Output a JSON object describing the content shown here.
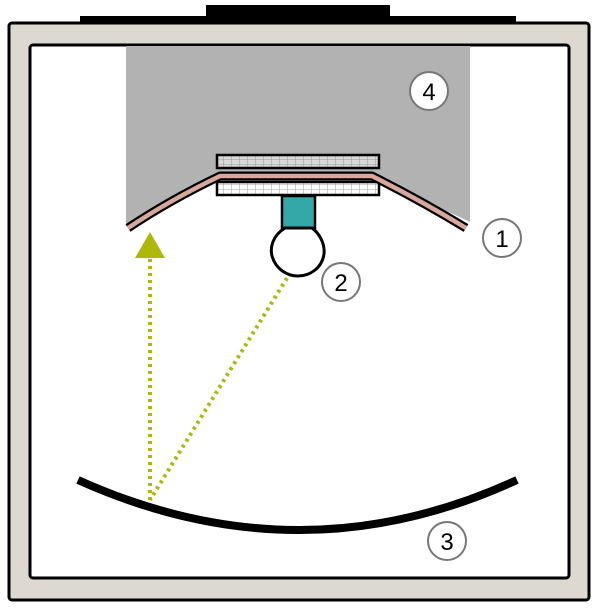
{
  "diagram": {
    "type": "light-fixture-reflector-schematic",
    "colors": {
      "frame": "#ddd9d0",
      "outline": "#000000",
      "housing": "#b2b2b2",
      "reflector": "#d9a79c",
      "socket": "#33a8a8",
      "bulb": "#ffffff",
      "ray": "#adb80a",
      "label_ring": "#777777"
    },
    "labels": [
      {
        "id": "1",
        "text": "1",
        "target": "upper-reflector"
      },
      {
        "id": "2",
        "text": "2",
        "target": "light-bulb"
      },
      {
        "id": "3",
        "text": "3",
        "target": "lower-reflector"
      },
      {
        "id": "4",
        "text": "4",
        "target": "housing"
      }
    ]
  }
}
